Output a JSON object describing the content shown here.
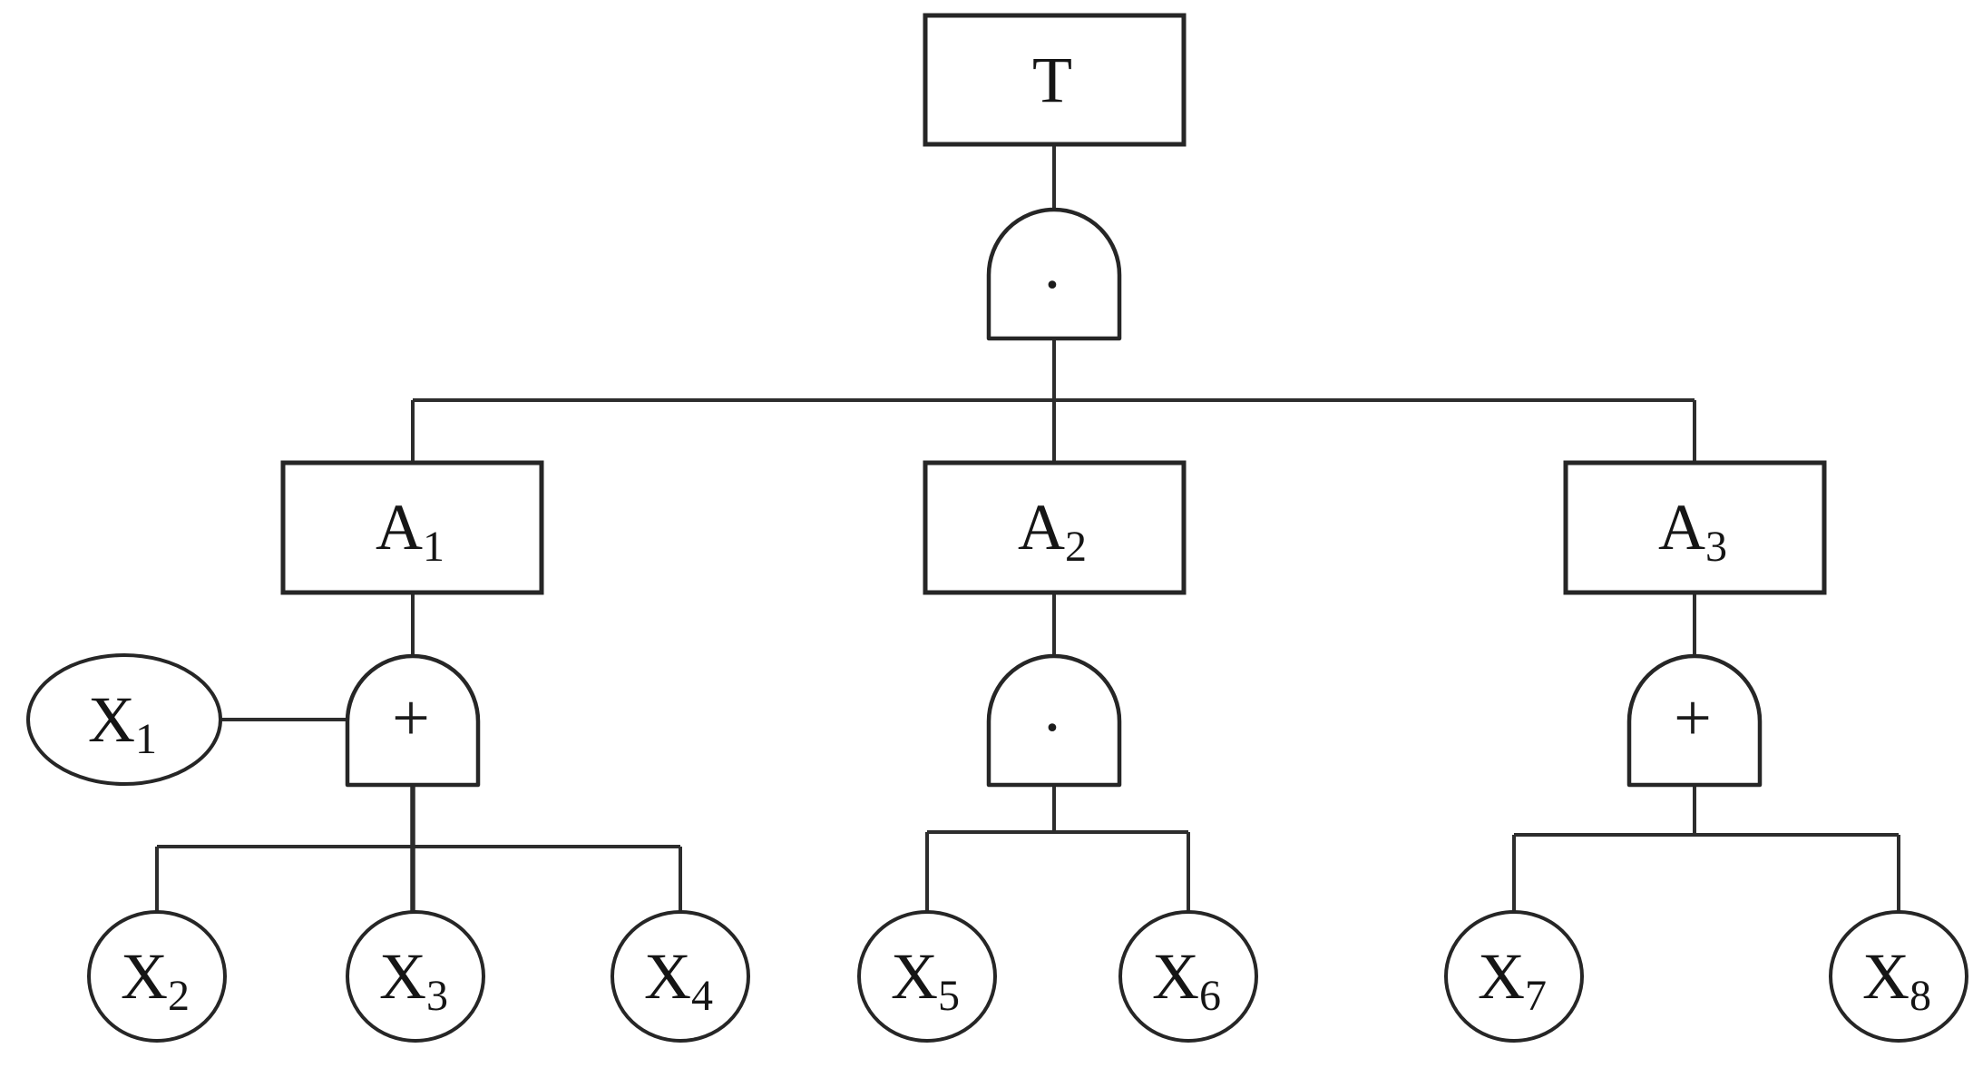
{
  "diagram": {
    "kind": "fault-tree",
    "background_color": "#ffffff",
    "line_color": "#2d2d2d",
    "text_color": "#151515"
  },
  "nodes": {
    "t": {
      "base": "T",
      "sub": "",
      "shape": "rectangle",
      "role": "top-event"
    },
    "a1": {
      "base": "A",
      "sub": "1",
      "shape": "rectangle",
      "role": "intermediate-event"
    },
    "a2": {
      "base": "A",
      "sub": "2",
      "shape": "rectangle",
      "role": "intermediate-event"
    },
    "a3": {
      "base": "A",
      "sub": "3",
      "shape": "rectangle",
      "role": "intermediate-event"
    },
    "x1": {
      "base": "X",
      "sub": "1",
      "shape": "ellipse",
      "role": "basic-event"
    },
    "x2": {
      "base": "X",
      "sub": "2",
      "shape": "circle",
      "role": "basic-event"
    },
    "x3": {
      "base": "X",
      "sub": "3",
      "shape": "circle",
      "role": "basic-event"
    },
    "x4": {
      "base": "X",
      "sub": "4",
      "shape": "circle",
      "role": "basic-event"
    },
    "x5": {
      "base": "X",
      "sub": "5",
      "shape": "circle",
      "role": "basic-event"
    },
    "x6": {
      "base": "X",
      "sub": "6",
      "shape": "circle",
      "role": "basic-event"
    },
    "x7": {
      "base": "X",
      "sub": "7",
      "shape": "circle",
      "role": "basic-event"
    },
    "x8": {
      "base": "X",
      "sub": "8",
      "shape": "circle",
      "role": "basic-event"
    }
  },
  "gates": {
    "top": {
      "symbol": "·",
      "type": "AND",
      "parent": "T",
      "children": [
        "A1",
        "A2",
        "A3"
      ]
    },
    "a1": {
      "symbol": "+",
      "type": "OR",
      "parent": "A1",
      "children": [
        "X1",
        "X2",
        "X3",
        "X4"
      ]
    },
    "a2": {
      "symbol": "·",
      "type": "AND",
      "parent": "A2",
      "children": [
        "X5",
        "X6"
      ]
    },
    "a3": {
      "symbol": "+",
      "type": "OR",
      "parent": "A3",
      "children": [
        "X7",
        "X8"
      ]
    }
  }
}
